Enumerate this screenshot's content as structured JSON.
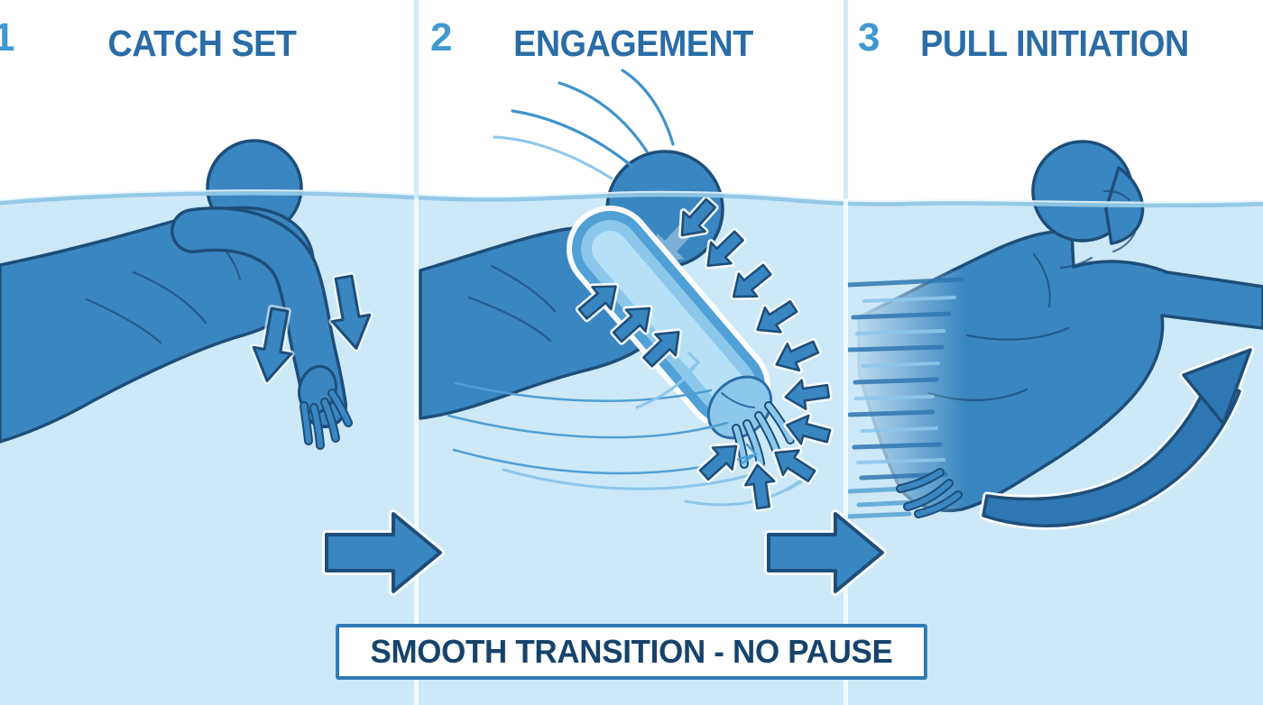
{
  "infographic": {
    "caption": "SMOOTH TRANSITION - NO PAUSE"
  },
  "panels": [
    {
      "number": "1",
      "title": "CATCH SET"
    },
    {
      "number": "2",
      "title": "ENGAGEMENT"
    },
    {
      "number": "3",
      "title": "PULL INITIATION"
    }
  ],
  "colors": {
    "above_water_bg": "#ffffff",
    "water": "#cde8f6",
    "swimmer_body": "#3a86c1",
    "outline_navy": "#1d4e79",
    "highlighted_forearm": "#8cc8ec",
    "arrow_blue": "#3a86c1",
    "step_number_blue": "#3f98d2",
    "title_blue": "#2a6ca6",
    "caption_navy": "#16436b",
    "caption_border_blue": "#2e7ab4",
    "waterline_blue": "#8fc6e6"
  },
  "icons": {
    "downward_force_arrow": "down-arrow",
    "inward_pressure_arrow": "arrow-pointing-at-forearm",
    "transition_arrow": "right-arrow",
    "pull_swoosh_arrow": "curved-up-right-arrow",
    "flow_streamline": "curved-line",
    "splash_line": "curved-line",
    "motion_streak": "speed-line"
  }
}
